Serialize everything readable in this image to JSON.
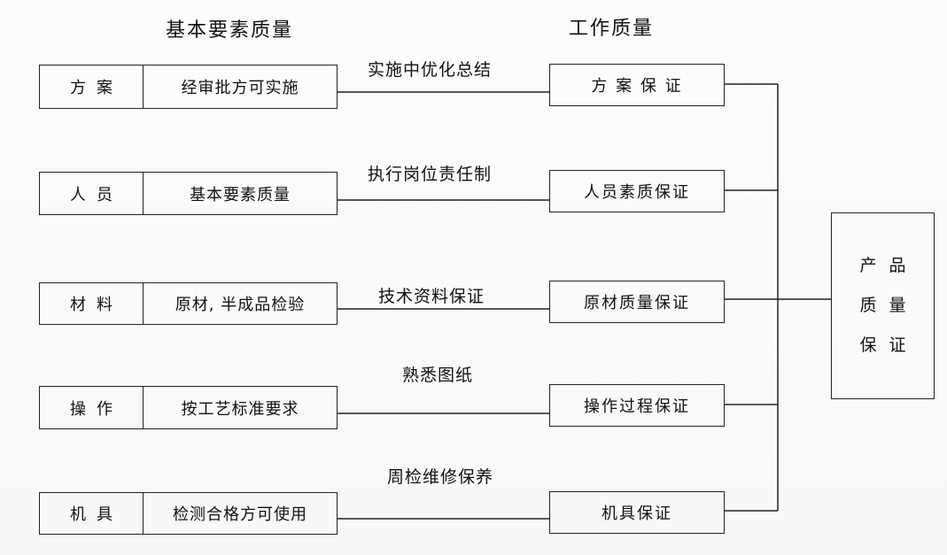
{
  "headings": {
    "left": "基本要素质量",
    "right": "工作质量"
  },
  "rows": [
    {
      "category": "方案",
      "description": "经审批方可实施",
      "link": "实施中优化总结",
      "assurance": "方 案 保 证"
    },
    {
      "category": "人员",
      "description": "基本要素质量",
      "link": "执行岗位责任制",
      "assurance": "人员素质保证"
    },
    {
      "category": "材料",
      "description": "原材, 半成品检验",
      "link": "技术资料保证",
      "assurance": "原材质量保证"
    },
    {
      "category": "操作",
      "description": "按工艺标准要求",
      "link": "熟悉图纸",
      "assurance": "操作过程保证"
    },
    {
      "category": "机具",
      "description": "检测合格方可使用",
      "link": "周检维修保养",
      "assurance": "机具保证"
    }
  ],
  "result": {
    "lines": [
      "产品",
      "质量",
      "保证"
    ]
  }
}
